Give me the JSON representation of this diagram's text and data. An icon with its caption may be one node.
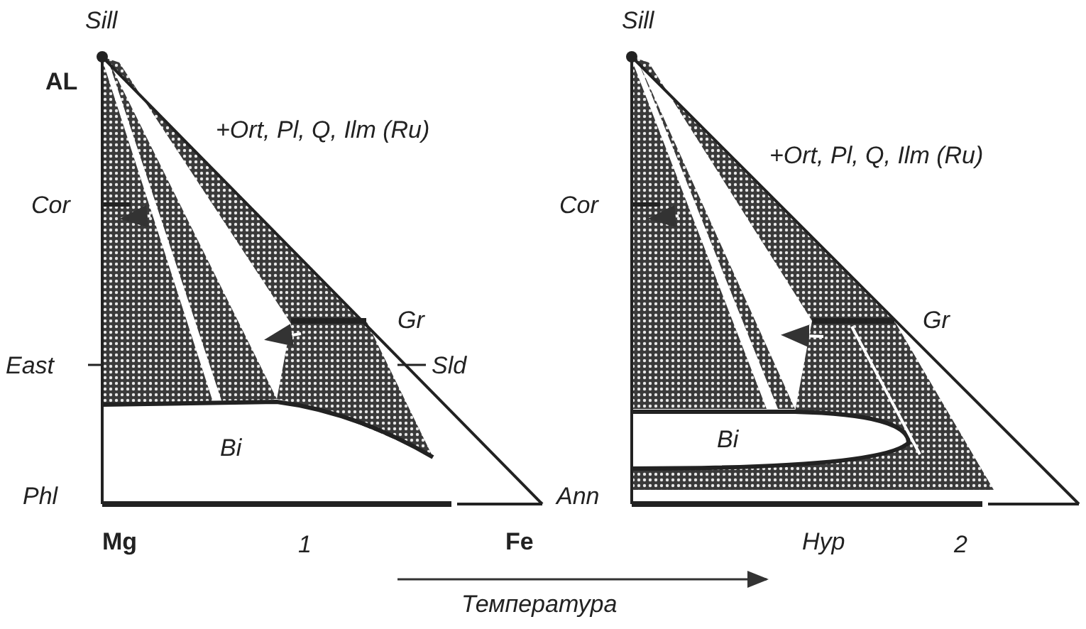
{
  "diagram": {
    "labels": [
      "Sill",
      "AL",
      "+Ort, Pl, Q, Ilm (Ru)",
      "Cor",
      "Gr",
      "East",
      "Sld",
      "Bi",
      "Phl",
      "Mg",
      "1",
      "Fe",
      "Sill",
      "+Ort, Pl, Q, Ilm (Ru)",
      "Cor",
      "Gr",
      "Bi",
      "Ann",
      "Hyp",
      "2",
      "Температура"
    ]
  }
}
